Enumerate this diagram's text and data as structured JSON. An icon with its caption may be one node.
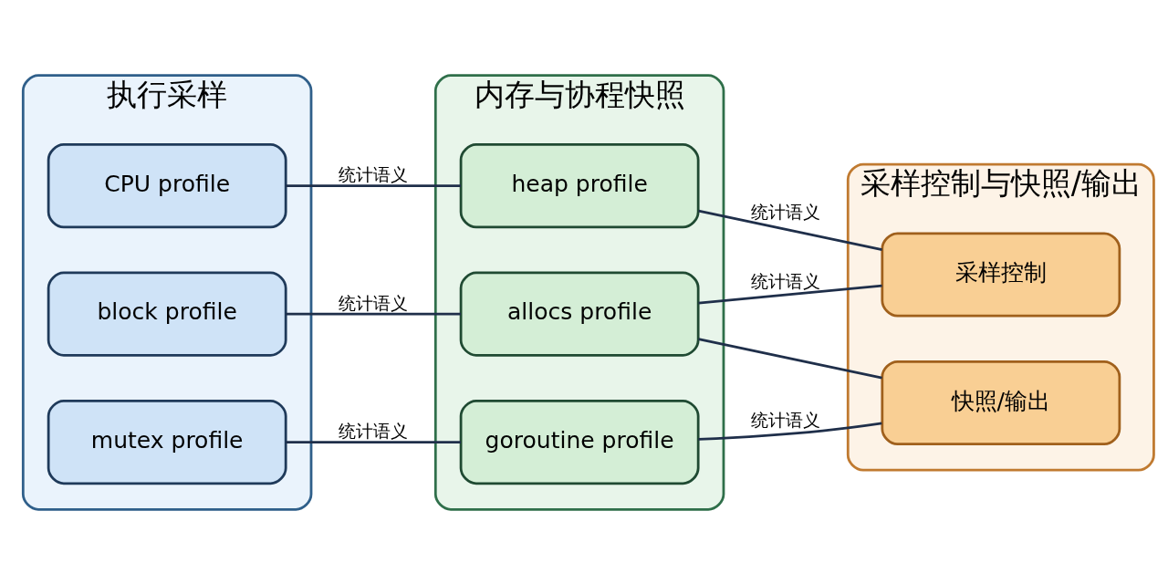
{
  "diagram": {
    "nodes": [
      {
        "text": [
          "执行采样"
        ]
      },
      {
        "text": [
          "CPU profile"
        ],
        "in": 0
      },
      {
        "text": [
          "block profile"
        ],
        "in": 0
      },
      {
        "text": [
          "mutex profile"
        ],
        "in": 0
      },
      {
        "text": [
          "内存与协程快照"
        ]
      },
      {
        "text": [
          "heap profile"
        ],
        "in": 4
      },
      {
        "text": [
          "allocs profile"
        ],
        "in": 4
      },
      {
        "text": [
          "goroutine profile"
        ],
        "in": 4
      },
      {
        "text": [
          "采样控制与快照/输出"
        ]
      },
      {
        "text": [
          "采样控制"
        ],
        "in": 8
      },
      {
        "text": [
          "快照/输出"
        ],
        "in": 8
      }
    ],
    "edges": [
      {
        "from": 1,
        "to": 5,
        "arrow": "none",
        "label": "统计语义"
      },
      {
        "from": 2,
        "to": 6,
        "arrow": "none",
        "label": "统计语义"
      },
      {
        "from": 3,
        "to": 7,
        "arrow": "none",
        "label": "统计语义"
      },
      {
        "from": 5,
        "to": 9,
        "arrow": "none",
        "label": "统计语义"
      },
      {
        "from": 6,
        "to": 9,
        "arrow": "none",
        "label": "统计语义"
      },
      {
        "from": 6,
        "to": 10,
        "arrow": "none"
      },
      {
        "from": 7,
        "to": 10,
        "arrow": "none",
        "label": "统计语义"
      }
    ]
  }
}
